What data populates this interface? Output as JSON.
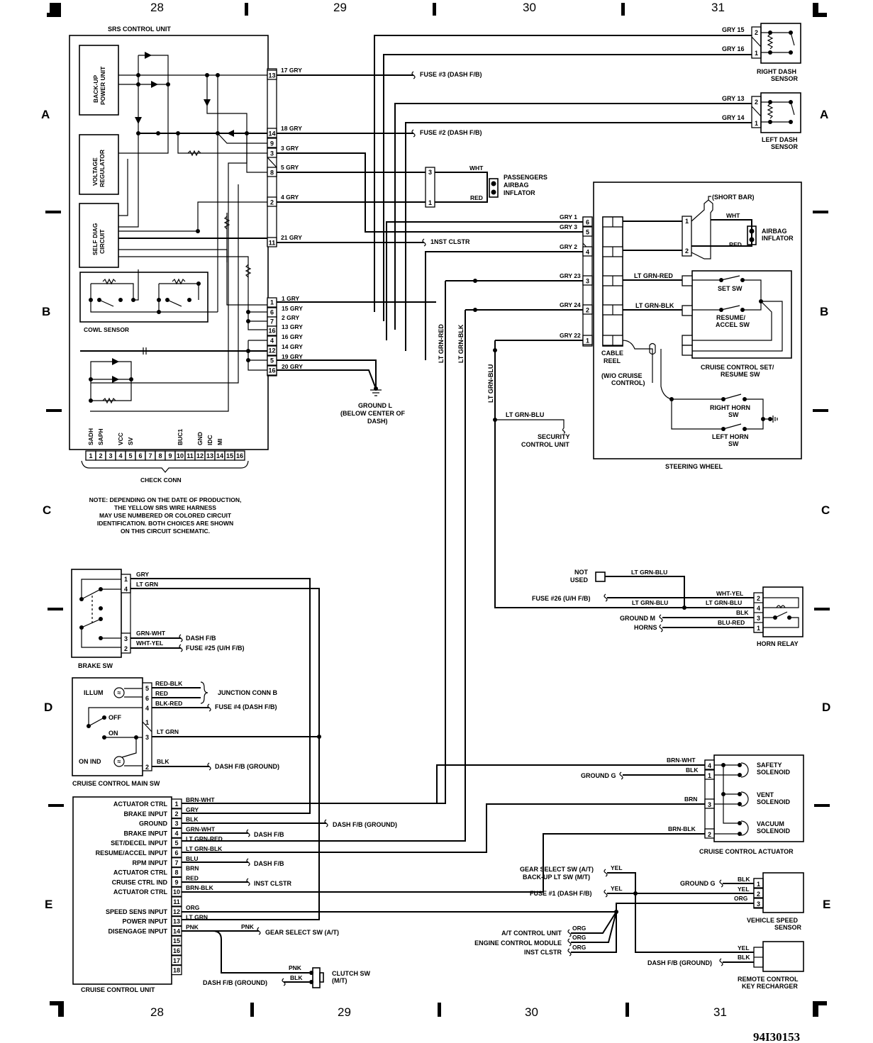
{
  "grid": {
    "columns": [
      "28",
      "29",
      "30",
      "31"
    ],
    "rows": [
      "A",
      "B",
      "C",
      "D",
      "E"
    ],
    "diagram_ref": "94I30153"
  },
  "srs": {
    "title": "SRS CONTROL UNIT",
    "backup": [
      "BACK-UP",
      "POWER UNIT"
    ],
    "regulator": [
      "VOLTAGE",
      "REGULATOR"
    ],
    "selfdiag": [
      "SELF DIAG",
      "CIRCUIT"
    ],
    "cowl": "COWL SENSOR",
    "pins_upper": [
      {
        "pin": "13",
        "wire": "17 GRY"
      },
      {
        "pin": "14",
        "wire": "18 GRY"
      },
      {
        "pin": "9",
        "wire": ""
      },
      {
        "pin": "3",
        "wire": "3 GRY"
      },
      {
        "pin": "8",
        "wire": "5 GRY"
      },
      {
        "pin": "2",
        "wire": "4 GRY"
      },
      {
        "pin": "11",
        "wire": "21 GRY"
      }
    ],
    "pins_lower": [
      {
        "pin": "1",
        "wire": "1 GRY"
      },
      {
        "pin": "6",
        "wire": "15 GRY"
      },
      {
        "pin": "7",
        "wire": "2 GRY"
      },
      {
        "pin": "16",
        "wire": "13 GRY"
      },
      {
        "pin": "4",
        "wire": "16 GRY"
      },
      {
        "pin": "12",
        "wire": "14 GRY"
      },
      {
        "pin": "5",
        "wire": "19 GRY"
      },
      {
        "pin": "16",
        "wire": "20 GRY"
      }
    ],
    "check_labels": [
      "SADH",
      "SAPH",
      "",
      "VCC",
      "SV",
      "",
      "",
      "",
      "",
      "BUC1",
      "",
      "GND",
      "IDC",
      "MI",
      "",
      ""
    ],
    "check_pins": [
      "1",
      "2",
      "3",
      "4",
      "5",
      "6",
      "7",
      "8",
      "9",
      "10",
      "11",
      "12",
      "13",
      "14",
      "15",
      "16"
    ],
    "check_conn": "CHECK CONN"
  },
  "fuse3": "FUSE #3 (DASH F/B)",
  "fuse2": "FUSE #2 (DASH F/B)",
  "inst_clstr_top": "1NST CLSTR",
  "ground_l": [
    "GROUND L",
    "(BELOW CENTER OF",
    "DASH)"
  ],
  "passenger": {
    "label": [
      "PASSENGERS",
      "AIRBAG",
      "INFLATOR"
    ],
    "pins": [
      "3",
      "1"
    ],
    "wht": "WHT",
    "red": "RED"
  },
  "right_dash": {
    "label": [
      "RIGHT DASH",
      "SENSOR"
    ],
    "wires": [
      "GRY 15",
      "GRY 16"
    ],
    "pins": [
      "2",
      "1"
    ]
  },
  "left_dash": {
    "label": [
      "LEFT DASH",
      "SENSOR"
    ],
    "wires": [
      "GRY 13",
      "GRY 14"
    ],
    "pins": [
      "2",
      "1"
    ]
  },
  "steering": {
    "title": "STEERING WHEEL",
    "wires": [
      {
        "label": "GRY 1",
        "pin": "6"
      },
      {
        "label": "GRY 3",
        "pin": "5"
      },
      {
        "label": "GRY 2",
        "pin": "4"
      },
      {
        "label": "GRY 23",
        "pin": "3"
      },
      {
        "label": "GRY 24",
        "pin": "2"
      },
      {
        "label": "GRY 22",
        "pin": "1"
      }
    ],
    "cable_reel": [
      "CABLE",
      "REEL"
    ],
    "wo_cruise": [
      "(W/O CRUISE",
      "CONTROL)"
    ],
    "short_bar": "(SHORT BAR)",
    "airbag": [
      "AIRBAG",
      "INFLATOR"
    ],
    "airbag_pins": [
      "1",
      "2"
    ],
    "wht": "WHT",
    "red": "RED",
    "ltgrn_red": "LT GRN-RED",
    "ltgrn_blk": "LT GRN-BLK",
    "set_sw": "SET SW",
    "resume_sw": [
      "RESUME/",
      "ACCEL SW"
    ],
    "cruise_set": [
      "CRUISE CONTROL SET/",
      "RESUME SW"
    ],
    "right_horn": [
      "RIGHT HORN",
      "SW"
    ],
    "left_horn": [
      "LEFT HORN",
      "SW"
    ]
  },
  "vert_wires": {
    "ltgrn_red": "LT GRN-RED",
    "ltgrn_blk": "LT GRN-BLK",
    "ltgrn_blu": "LT GRN-BLU"
  },
  "security": {
    "wire": "LT GRN-BLU",
    "label": [
      "SECURITY",
      "CONTROL UNIT"
    ]
  },
  "note": [
    "NOTE: DEPENDING ON THE DATE OF PRODUCTION,",
    "THE YELLOW SRS WIRE HARNESS",
    "MAY USE NUMBERED OR COLORED CIRCUIT",
    "IDENTIFICATION. BOTH CHOICES ARE SHOWN",
    "ON THIS CIRCUIT SCHEMATIC."
  ],
  "brake_sw": {
    "title": "BRAKE SW",
    "wires": [
      {
        "pin": "1",
        "color": "GRY",
        "dest": ""
      },
      {
        "pin": "4",
        "color": "LT GRN",
        "dest": ""
      },
      {
        "pin": "3",
        "color": "GRN-WHT",
        "dest": "DASH F/B"
      },
      {
        "pin": "2",
        "color": "WHT-YEL",
        "dest": "FUSE #25 (U/H F/B)"
      }
    ]
  },
  "main_sw": {
    "title": "CRUISE CONTROL MAIN SW",
    "illum": "ILLUM",
    "off": "OFF",
    "on": "ON",
    "on_ind": "ON IND",
    "wires": [
      {
        "pin": "5",
        "color": "RED-BLK",
        "dest": ""
      },
      {
        "pin": "6",
        "color": "RED",
        "dest": ""
      },
      {
        "pin": "4",
        "color": "BLK-RED",
        "dest": "FUSE #4 (DASH F/B)"
      },
      {
        "pin": "1",
        "color": "",
        "dest": ""
      },
      {
        "pin": "3",
        "color": "LT GRN",
        "dest": ""
      },
      {
        "pin": "2",
        "color": "BLK",
        "dest": "DASH F/B (GROUND)"
      }
    ],
    "junction": "JUNCTION CONN B"
  },
  "ccu": {
    "title": "CRUISE CONTROL UNIT",
    "pins": [
      {
        "pin": "1",
        "func": "ACTUATOR CTRL",
        "color": "BRN-WHT"
      },
      {
        "pin": "2",
        "func": "BRAKE INPUT",
        "color": "GRY"
      },
      {
        "pin": "3",
        "func": "GROUND",
        "color": "BLK"
      },
      {
        "pin": "4",
        "func": "BRAKE INPUT",
        "color": "GRN-WHT"
      },
      {
        "pin": "5",
        "func": "SET/DECEL INPUT",
        "color": "LT GRN-RED"
      },
      {
        "pin": "6",
        "func": "RESUME/ACCEL INPUT",
        "color": "LT GRN-BLK"
      },
      {
        "pin": "7",
        "func": "RPM INPUT",
        "color": "BLU"
      },
      {
        "pin": "8",
        "func": "ACTUATOR CTRL",
        "color": "BRN"
      },
      {
        "pin": "9",
        "func": "CRUISE CTRL IND",
        "color": "RED"
      },
      {
        "pin": "10",
        "func": "ACTUATOR CTRL",
        "color": "BRN-BLK"
      },
      {
        "pin": "11",
        "func": "",
        "color": ""
      },
      {
        "pin": "12",
        "func": "SPEED SENS INPUT",
        "color": "ORG"
      },
      {
        "pin": "13",
        "func": "POWER INPUT",
        "color": "LT GRN"
      },
      {
        "pin": "14",
        "func": "DISENGAGE INPUT",
        "color": "PNK"
      },
      {
        "pin": "15",
        "func": "",
        "color": ""
      },
      {
        "pin": "16",
        "func": "",
        "color": ""
      },
      {
        "pin": "17",
        "func": "",
        "color": ""
      },
      {
        "pin": "18",
        "func": "",
        "color": ""
      }
    ],
    "dest_ground": "DASH F/B (GROUND)",
    "dest_dash4": "DASH F/B",
    "dest_dash7": "DASH F/B",
    "dest_inst9": "INST CLSTR",
    "pnk2": "PNK",
    "gear_select": "GEAR SELECT SW (A/T)"
  },
  "clutch": {
    "label": [
      "CLUTCH SW",
      "(M/T)"
    ],
    "pnk": "PNK",
    "blk": "BLK",
    "ground": "DASH F/B (GROUND)"
  },
  "horn_relay": {
    "title": "HORN RELAY",
    "not_used": [
      "NOT",
      "USED"
    ],
    "nu_wire": "LT GRN-BLU",
    "fuse26": "FUSE #26 (U/H F/B)",
    "ltgrn_blu_mid": "LT GRN-BLU",
    "ground_m": "GROUND M",
    "horns": "HORNS",
    "wires": [
      {
        "pin": "2",
        "color": "WHT-YEL"
      },
      {
        "pin": "4",
        "color": "LT GRN-BLU"
      },
      {
        "pin": "3",
        "color": "BLK"
      },
      {
        "pin": "1",
        "color": "BLU-RED"
      }
    ]
  },
  "actuator": {
    "title": "CRUISE CONTROL ACTUATOR",
    "ground_g": "GROUND G",
    "wires": [
      {
        "pin": "4",
        "color": "BRN-WHT"
      },
      {
        "pin": "1",
        "color": "BLK"
      },
      {
        "pin": "3",
        "color": "BRN"
      },
      {
        "pin": "2",
        "color": "BRN-BLK"
      }
    ],
    "solenoids": [
      [
        "SAFETY",
        "SOLENOID"
      ],
      [
        "VENT",
        "SOLENOID"
      ],
      [
        "VACUUM",
        "SOLENOID"
      ]
    ]
  },
  "vss": {
    "title": [
      "VEHICLE SPEED",
      "SENSOR"
    ],
    "ground_g": "GROUND G",
    "wires": [
      {
        "pin": "1",
        "color": "BLK"
      },
      {
        "pin": "2",
        "color": "YEL"
      },
      {
        "pin": "3",
        "color": "ORG"
      }
    ],
    "gear_select": "GEAR SELECT SW (A/T)",
    "backup": "BACK-UP LT SW (M/T)",
    "yel1": "YEL",
    "fuse1": "FUSE #1 (DASH F/B)",
    "yel2": "YEL",
    "org_dests": [
      "A/T CONTROL UNIT",
      "ENGINE CONTROL MODULE",
      "INST CLSTR"
    ],
    "org": "ORG"
  },
  "recharger": {
    "title": [
      "REMOTE CONTROL",
      "KEY RECHARGER"
    ],
    "yel": "YEL",
    "blk": "BLK",
    "ground": "DASH F/B (GROUND)"
  }
}
